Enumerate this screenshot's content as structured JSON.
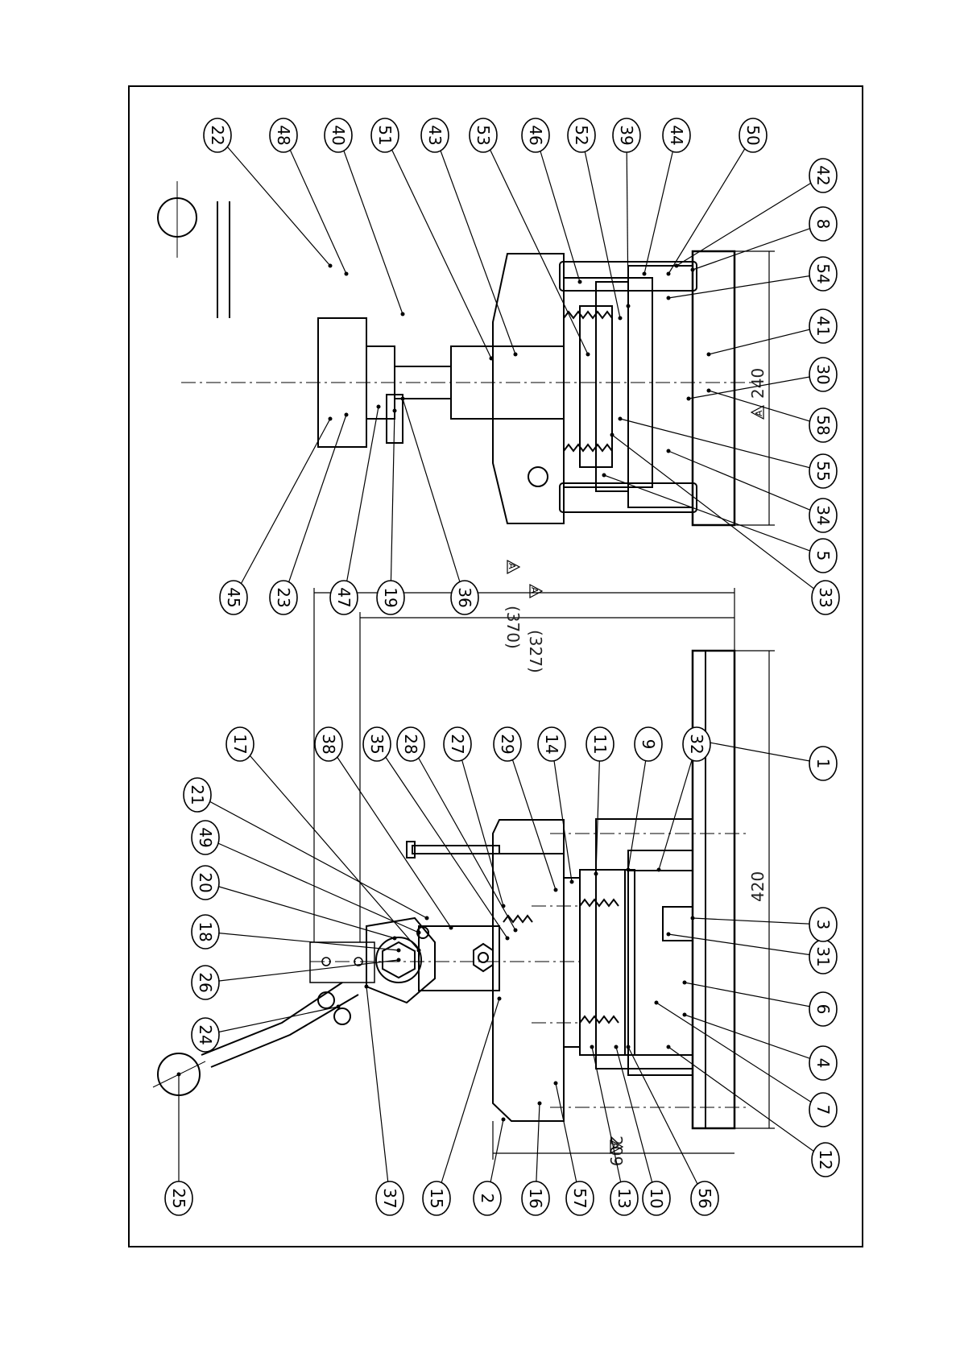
{
  "drawing": {
    "left_view_balloons": [
      "25",
      "37",
      "15",
      "2",
      "16",
      "57",
      "13",
      "10",
      "56",
      "12",
      "7",
      "4",
      "6",
      "31",
      "3",
      "1",
      "32",
      "9",
      "11",
      "14",
      "29",
      "27",
      "28",
      "35",
      "38",
      "17",
      "21",
      "49",
      "20",
      "18",
      "26",
      "24"
    ],
    "right_view_balloons": [
      "33",
      "5",
      "34",
      "55",
      "58",
      "30",
      "41",
      "54",
      "8",
      "42",
      "50",
      "44",
      "39",
      "52",
      "46",
      "53",
      "43",
      "51",
      "40",
      "48",
      "22",
      "45",
      "23",
      "47",
      "19",
      "36"
    ],
    "dimensions": {
      "overall_length": "420",
      "height_209": "209",
      "height_327": "(327)",
      "height_370": "(370)",
      "width_240": "240"
    },
    "reference_marker": "A"
  }
}
